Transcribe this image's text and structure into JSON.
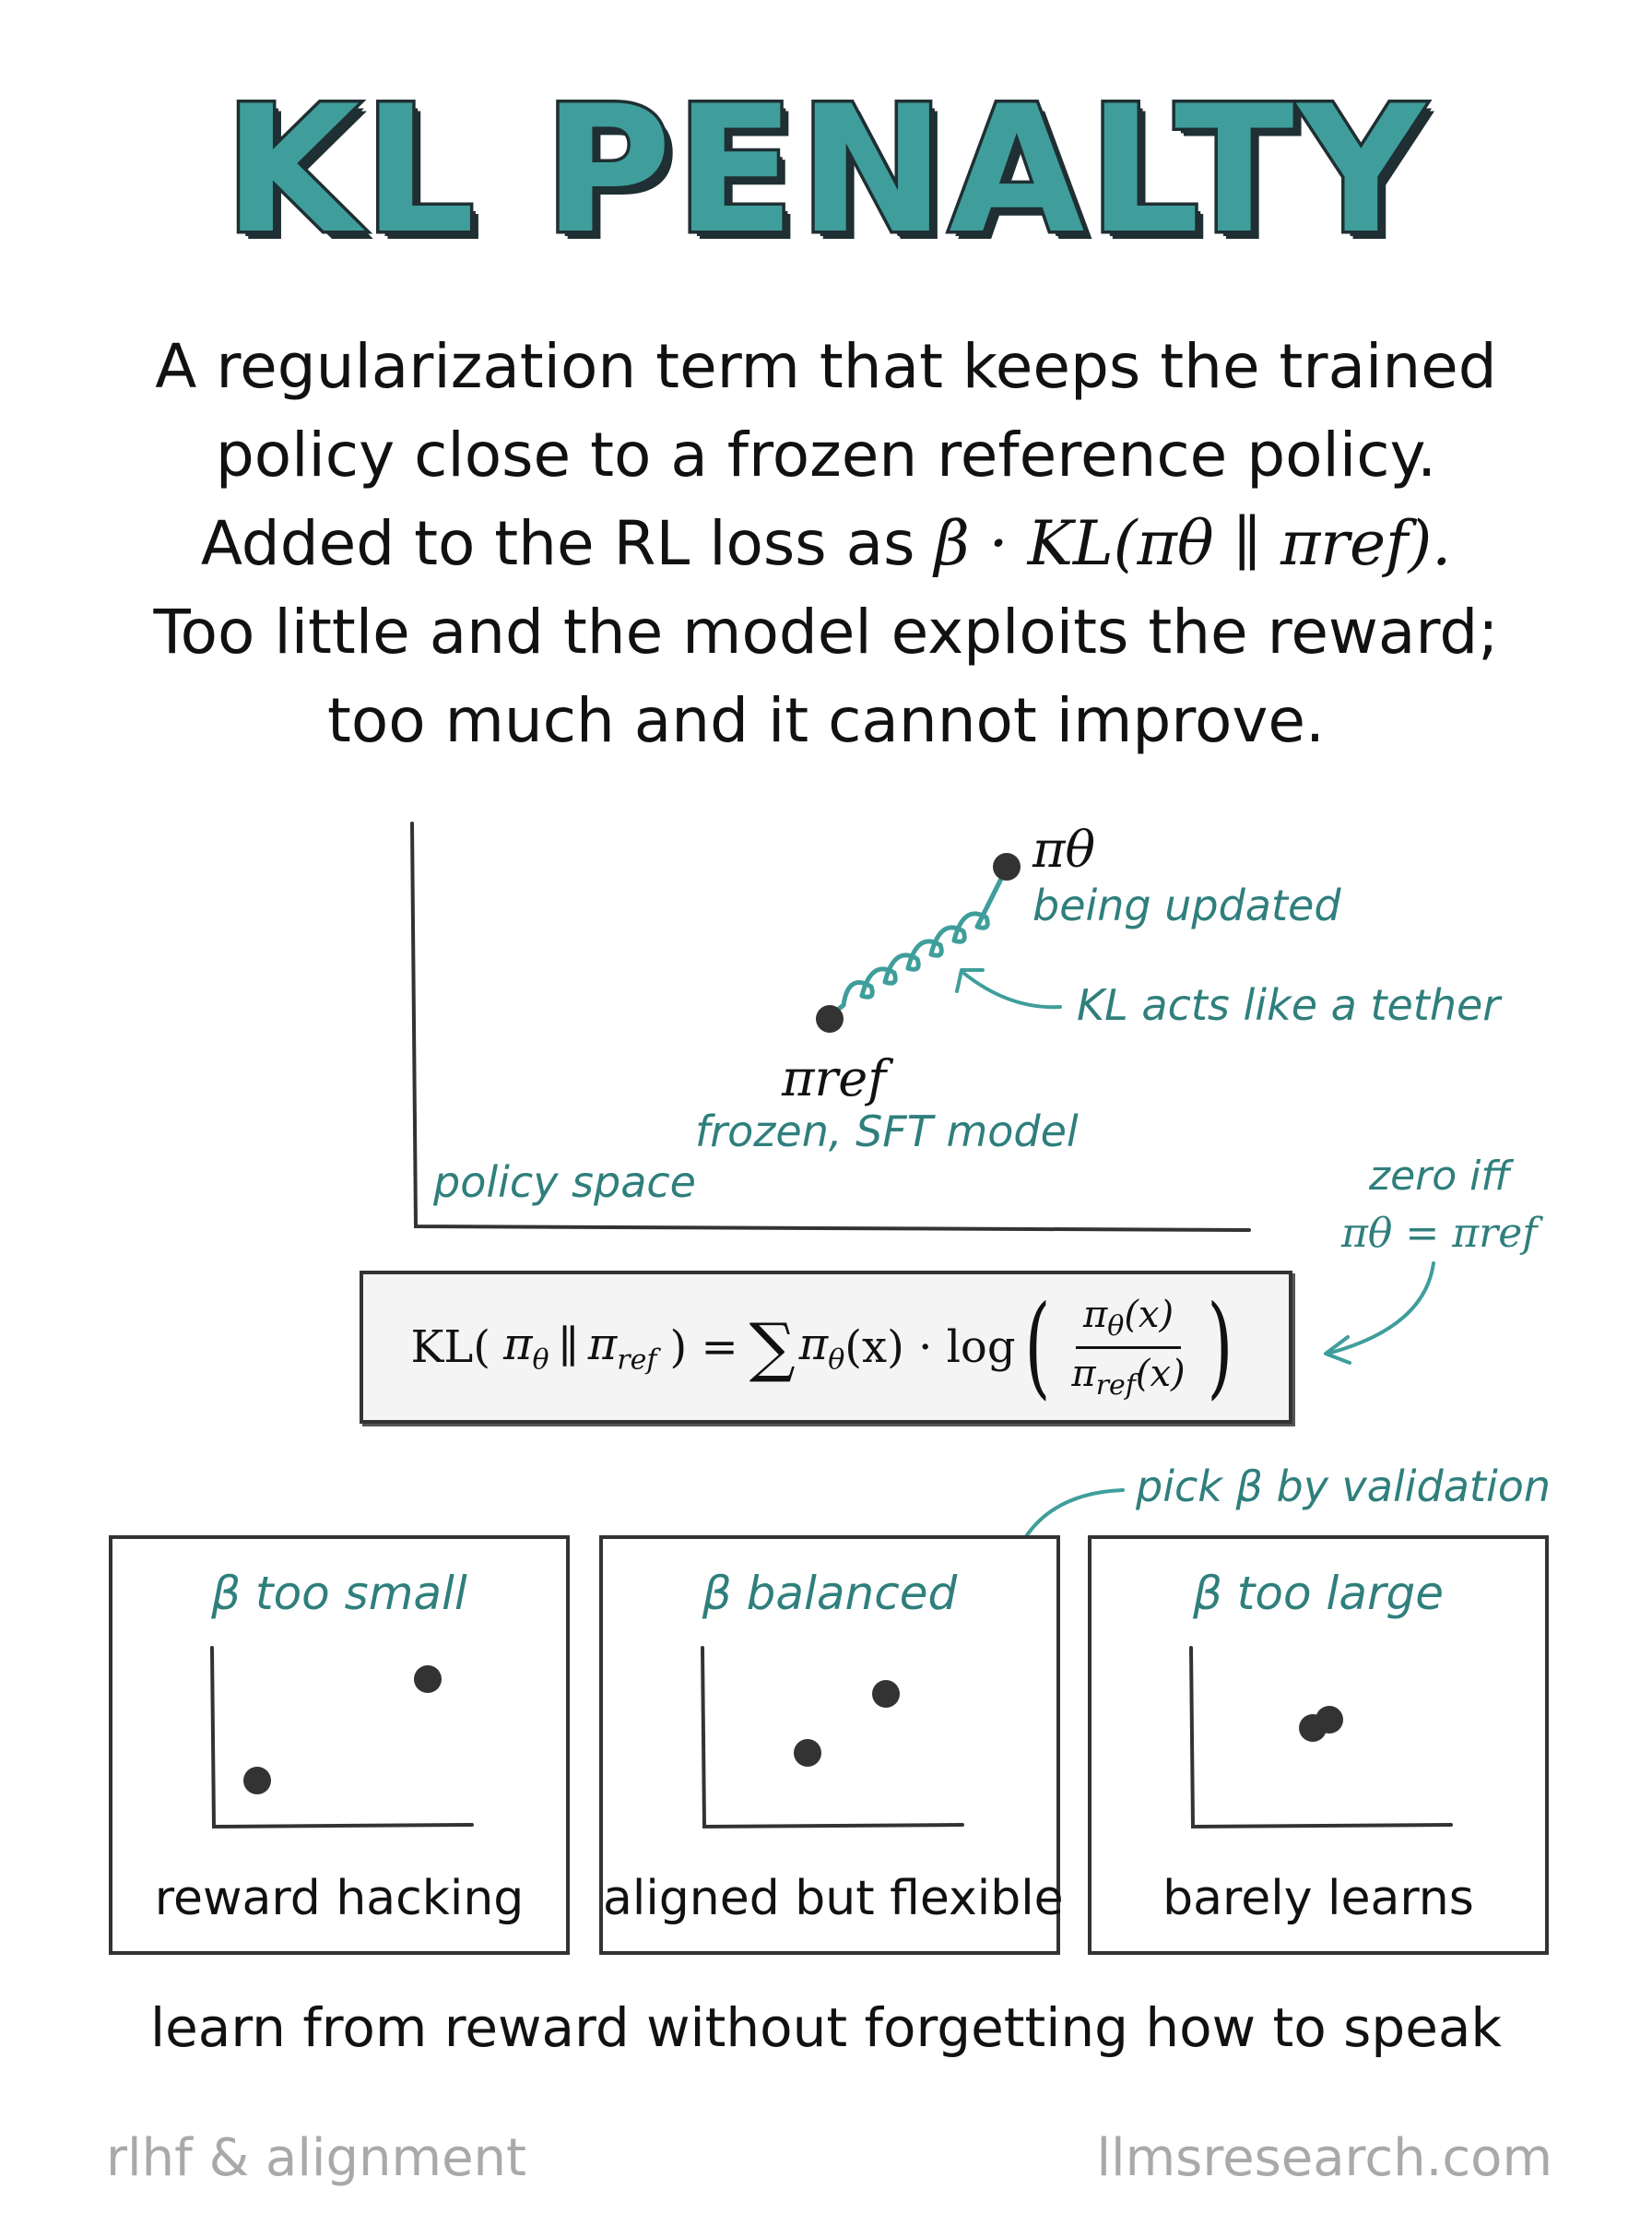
{
  "title": "KL PENALTY",
  "description": {
    "line1": "A regularization term that keeps the trained",
    "line2": "policy close to a frozen reference policy.",
    "line3_prefix": "Added to the RL loss as",
    "line3_math": "β · KL(πθ ∥ πref).",
    "line4": "Too little and the model exploits the reward;",
    "line5": "too much and it cannot improve."
  },
  "diagram": {
    "area_label": "policy space",
    "pi_theta_label": "πθ",
    "pi_theta_note": "being updated",
    "pi_ref_label": "πref",
    "pi_ref_note": "frozen, SFT model",
    "tether_note": "KL acts like a tether",
    "zero_iff_line1": "zero iff",
    "zero_iff_line2": "πθ = πref"
  },
  "formula": {
    "kl": "KL(",
    "pi": "π",
    "theta": "θ",
    "parallel": "∥",
    "ref": "ref",
    "close_eq": ") =",
    "sum": "∑",
    "term": "(x) · log",
    "num": "(x)",
    "den": "(x)"
  },
  "validation_note": "pick β by validation",
  "panels": [
    {
      "title": "β too small",
      "caption": "reward hacking",
      "distance": "far"
    },
    {
      "title": "β balanced",
      "caption": "aligned but flexible",
      "distance": "medium"
    },
    {
      "title": "β too large",
      "caption": "barely learns",
      "distance": "near"
    }
  ],
  "tagline": "learn from reward without forgetting how to speak",
  "footer": {
    "left": "rlhf & alignment",
    "right": "llmsresearch.com"
  },
  "colors": {
    "teal": "#3f9e9b",
    "teal_text": "#2f7f7c",
    "ink": "#333333",
    "footer_gray": "#a9a9a9"
  }
}
